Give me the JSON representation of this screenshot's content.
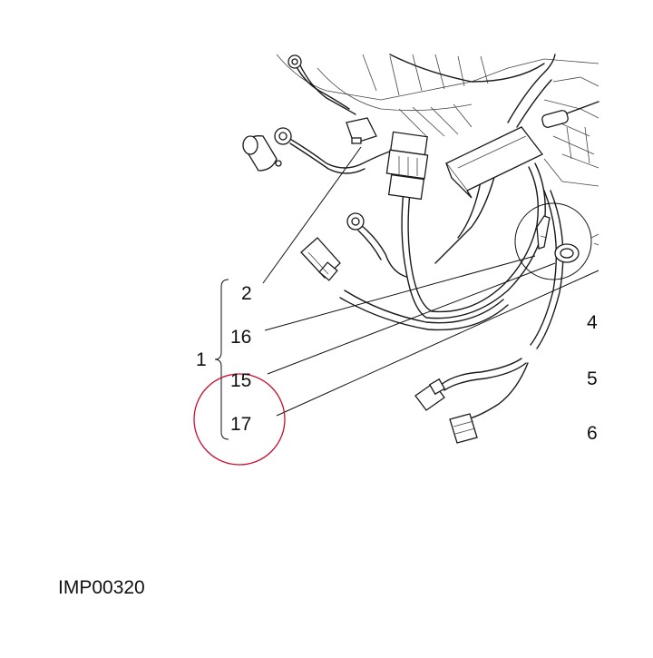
{
  "figure": {
    "code": "IMP00320",
    "group_label": "1",
    "group_items": [
      "2",
      "16",
      "15",
      "17"
    ],
    "side_labels": [
      "4",
      "5",
      "6"
    ],
    "highlight_color": "#c8102e",
    "line_color": "#111111"
  }
}
